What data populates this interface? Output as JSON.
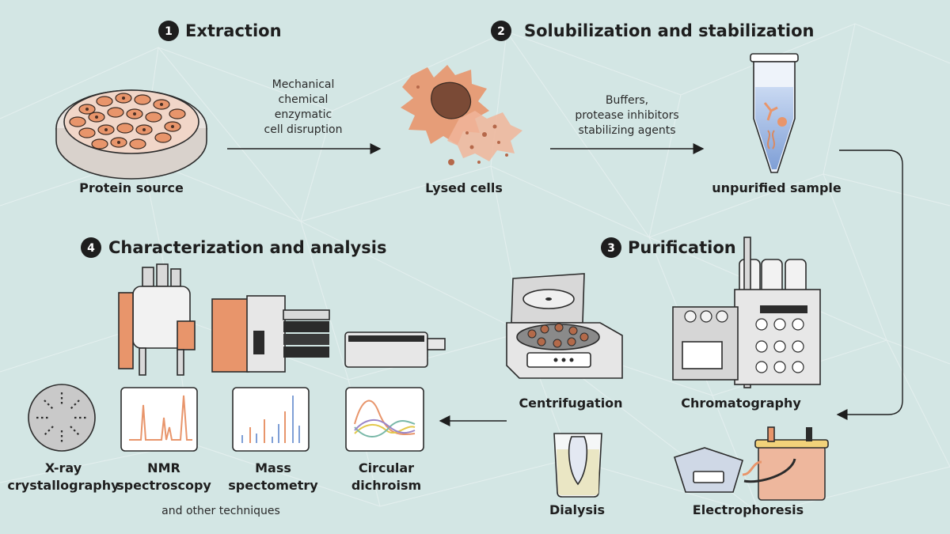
{
  "steps": {
    "extraction": {
      "number": "1",
      "title": "Extraction"
    },
    "solubilization": {
      "number": "2",
      "title": "Solubilization and stabilization"
    },
    "purification": {
      "number": "3",
      "title": "Purification"
    },
    "characterization": {
      "number": "4",
      "title": "Characterization and analysis"
    }
  },
  "labels": {
    "protein_source": "Protein source",
    "lysed_cells": "Lysed cells",
    "unpurified_sample": "unpurified sample",
    "centrifugation": "Centrifugation",
    "chromatography": "Chromatography",
    "dialysis": "Dialysis",
    "electrophoresis": "Electrophoresis",
    "xray": [
      "X-ray",
      "crystallography"
    ],
    "nmr": [
      "NMR",
      "spectroscopy"
    ],
    "mass": [
      "Mass",
      "spectometry"
    ],
    "circular": [
      "Circular",
      "dichroism"
    ],
    "other": "and other techniques"
  },
  "notes": {
    "disruption": [
      "Mechanical",
      "chemical",
      "enzymatic",
      "cell disruption"
    ],
    "buffers": [
      "Buffers,",
      "protease inhibitors",
      "stabilizing agents"
    ]
  },
  "colors": {
    "background": "#d3e6e4",
    "accent": "#e8956b",
    "dark": "#1e1e1e"
  }
}
